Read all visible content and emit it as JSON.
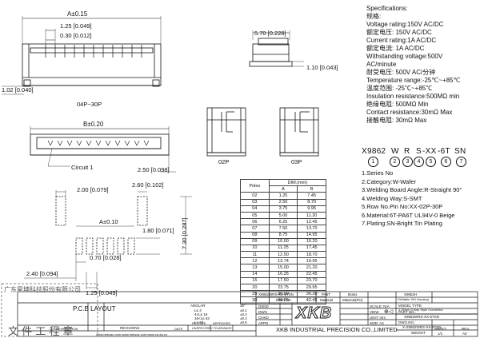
{
  "dimensions": {
    "a_width": "A±0.15",
    "pitch_1": "1.25 [0.049]",
    "pin_w": "0.30 [0.012]",
    "left_h": "1.02 [0.040]",
    "side_w": "5.70 [0.228]",
    "side_h": "1.10 [0.043]",
    "b_width": "B±0.20",
    "depth": "2.50 [0.098]",
    "pcb_w1": "2.00 [0.079]",
    "pcb_w2": "2.60 [0.102]",
    "pcb_a": "A±0.10",
    "pad_h": "1.80 [0.071]",
    "pcb_h": "7.30 [0.287]",
    "pad_w": "0.70 [0.028]",
    "pcb_x": "2.40 [0.094]",
    "pcb_pitch": "1.25 [0.049]"
  },
  "labels": {
    "top_view": "04P~30P",
    "circuit": "Circuit 1",
    "view_02p": "02P",
    "view_03p": "03P",
    "pcb_layout": "P.C.B LAYOUT"
  },
  "specs": {
    "title": "Specifications:",
    "lines": [
      "规格:",
      "Voltage rating:150V AC/DC",
      "额定电压:  150V AC/DC",
      "Current rating:1A AC/DC",
      "额定电流:  1A AC/DC",
      "Withstanding voltage:500V",
      "AC/minute",
      "耐受电压:  500V AC/分钟",
      "Temperature range:-25℃~+85℃",
      "温度范围:  -25℃~+85℃",
      "Insulation resistance:500MΩ min",
      "绝缘电阻:  500MΩ Min",
      "Contact resistance:30mΩ Max",
      "接触电阻:  30mΩ Max"
    ]
  },
  "part_code": {
    "parts": [
      "X9862",
      "W",
      "R",
      "S",
      "-XX",
      "-6T",
      "SN"
    ],
    "numbers": [
      "1",
      "2",
      "3",
      "4",
      "5",
      "6",
      "7"
    ]
  },
  "legend": [
    "1.Series No",
    "2.Category:W-Wafer",
    "3.Welding Board Angle:R-Straight 90°",
    "4.Welding Way:S-SMT",
    "5.Row No.Pin No:XX-02P-30P",
    "6.Material:6T-PA6T UL94V-0  Beige",
    "7.Plating:SN-Bright Tin Plating"
  ],
  "dim_table": {
    "header_poles": "Poles",
    "header_dim": "DIM.(mm)",
    "header_a": "A",
    "header_b": "B",
    "rows": [
      [
        "02",
        "1.25",
        "7.45"
      ],
      [
        "03",
        "2.50",
        "8.70"
      ],
      [
        "04",
        "3.75",
        "9.95"
      ],
      [
        "05",
        "5.00",
        "11.20"
      ],
      [
        "06",
        "6.25",
        "12.45"
      ],
      [
        "07",
        "7.50",
        "13.70"
      ],
      [
        "08",
        "8.75",
        "14.95"
      ],
      [
        "09",
        "10.00",
        "16.20"
      ],
      [
        "10",
        "11.25",
        "17.45"
      ],
      [
        "11",
        "12.50",
        "18.70"
      ],
      [
        "12",
        "13.74",
        "19.95"
      ],
      [
        "13",
        "15.00",
        "21.20"
      ],
      [
        "14",
        "16.25",
        "22.45"
      ],
      [
        "15",
        "17.50",
        "23.70"
      ],
      [
        "20",
        "23.75",
        "29.95"
      ],
      [
        "25",
        "30.00",
        "36.20"
      ],
      [
        "30",
        "36.25",
        "42.45"
      ]
    ]
  },
  "title_block": {
    "r1": [
      "X9862WRS-XX-6TSN",
      "PA6T",
      "Brass",
      "X9862H"
    ],
    "r2": [
      "PART N0",
      "Material",
      "Material(Pin)",
      "SUItable XKI Housing"
    ],
    "tolerance": {
      "angular": "ANGLAR",
      "angular_val": "±5°",
      "l1": "L≤ 4",
      "l1v": "±0.1",
      "l2": "4<L≤ 16",
      "l2v": "±0.2",
      "l3": "16<L≤ 63",
      "l3v": "±0.4",
      "l4": "L> 63",
      "l4v": "±0.5",
      "unspec": "UNSPECIFIED TOLERANCE"
    },
    "revisions": "REVISIONS",
    "description": "DESCRIPTION",
    "date": "DATE",
    "revised": "REVISED",
    "approved": "APPROVED",
    "website": "www.hekzan.com   www.heksdz.com   www.xk-dg.cn",
    "logo": "XKB",
    "company": "XKB INDUSTRIAL PRECISION CO.,LIMITED",
    "dsnd": "DSND",
    "dwn": "DWN",
    "chkd": "CHKD",
    "appd": "APPD",
    "scale": "SCALE: N/A",
    "view": "VIEW",
    "unit": "UNIT: mm",
    "size": "SIZE: A4",
    "model_type_label": "MODEL TYPE:",
    "model_type": "1.25mm Crimp Style Connector",
    "part_no_label": "PART NO.:",
    "part_no": "X9862WRS-XX-6TSN",
    "dwg_no_label": "DWG.NO.:",
    "dwg_no": "X-X9862WRS-XX-6TSN",
    "weight": "WEIGHT",
    "sheet": "SHEET",
    "rev": "REV.",
    "sheet_val": "1/1",
    "rev_val": "A0"
  },
  "stamp": {
    "top": "广东星坤科技股份有限公司",
    "bottom": "文  件  工  程  章"
  }
}
